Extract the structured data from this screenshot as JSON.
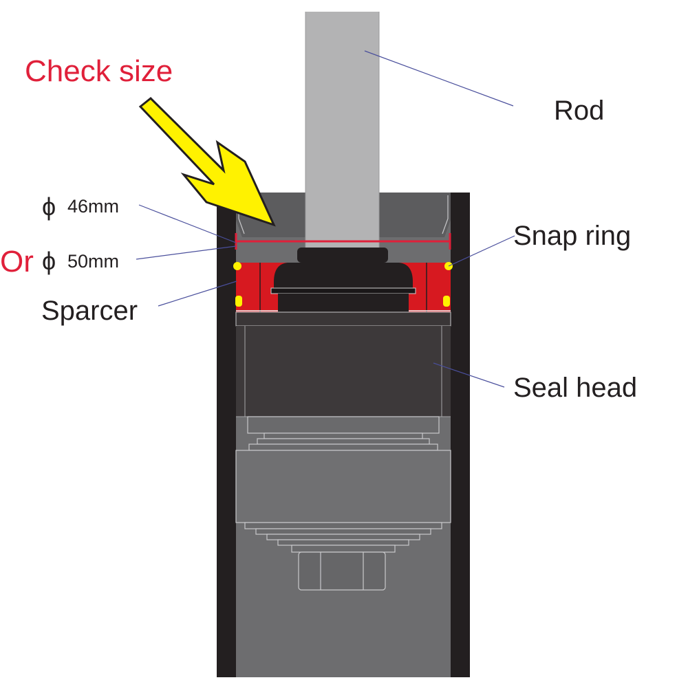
{
  "annotation": {
    "title": "Check size",
    "dimension_1": "46mm",
    "dimension_prefix": "Or",
    "dimension_2": "50mm",
    "diameter_symbol": "ϕ"
  },
  "parts": {
    "rod": "Rod",
    "snap_ring": "Snap ring",
    "spacer": "Sparcer",
    "seal_head": "Seal head"
  },
  "colors": {
    "tube": "#231f20",
    "inside": "#6d6d6f",
    "rod": "#b3b3b4",
    "spacer": "#d71920",
    "snap_ring": "#fff200",
    "arrow": "#fff200",
    "measure_line": "#e0203a",
    "label_text": "#231f20",
    "annotation_text": "#e0203a",
    "leader_line": "#4a4f9c"
  }
}
